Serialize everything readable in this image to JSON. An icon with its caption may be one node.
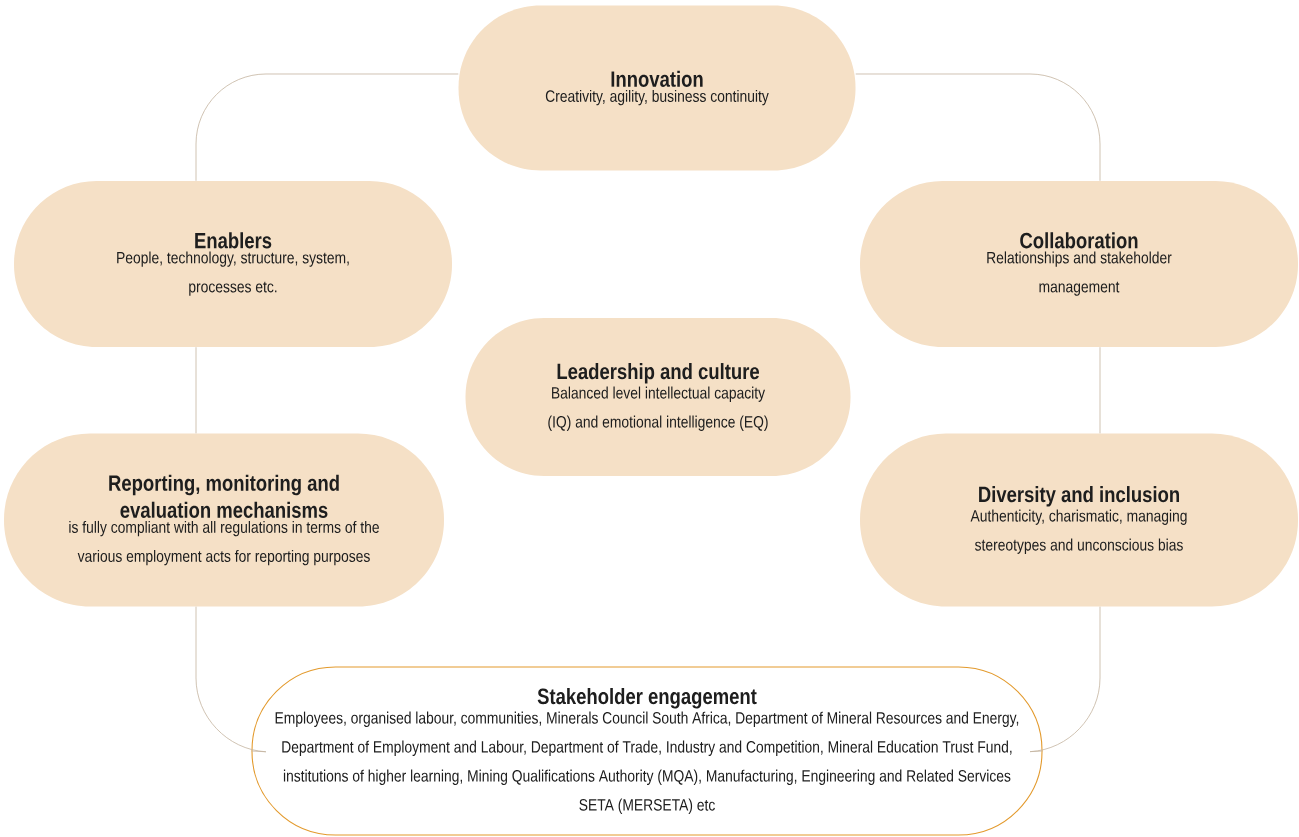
{
  "diagram": {
    "nodes": [
      {
        "text": [
          "Innovation",
          "Creativity, agility, business continuity"
        ]
      },
      {
        "text": [
          "Enablers",
          "People, technology, structure, system, processes etc."
        ]
      },
      {
        "text": [
          "Collaboration",
          "Relationships and stakeholder management"
        ]
      },
      {
        "text": [
          "Leadership and culture",
          "Balanced level intellectual capacity (IQ) and emotional intelligence (EQ)"
        ]
      },
      {
        "text": [
          "Reporting, monitoring and evaluation mechanisms",
          "is fully compliant with all regulations in terms of the various employment acts for reporting purposes"
        ]
      },
      {
        "text": [
          "Diversity and inclusion",
          "Authenticity, charismatic, managing stereotypes and unconscious bias"
        ]
      },
      {
        "text": [
          "Stakeholder engagement",
          "Employees, organised labour, communities, Minerals Council South Africa, Department of Mineral Resources and Energy, Department of Employment and Labour, Department of Trade, Industry and Competition, Mineral Education Trust Fund, institutions of higher learning, Mining Qualifications Authority (MQA), Manufacturing, Engineering and Related Services SETA (MERSETA) etc"
        ]
      }
    ],
    "edges": [
      {
        "from": 0,
        "to": 1,
        "arrow": "none"
      },
      {
        "from": 1,
        "to": 4,
        "arrow": "none"
      },
      {
        "from": 4,
        "to": 6,
        "arrow": "none"
      },
      {
        "from": 6,
        "to": 5,
        "arrow": "none"
      },
      {
        "from": 5,
        "to": 2,
        "arrow": "none"
      },
      {
        "from": 2,
        "to": 0,
        "arrow": "none"
      }
    ]
  }
}
